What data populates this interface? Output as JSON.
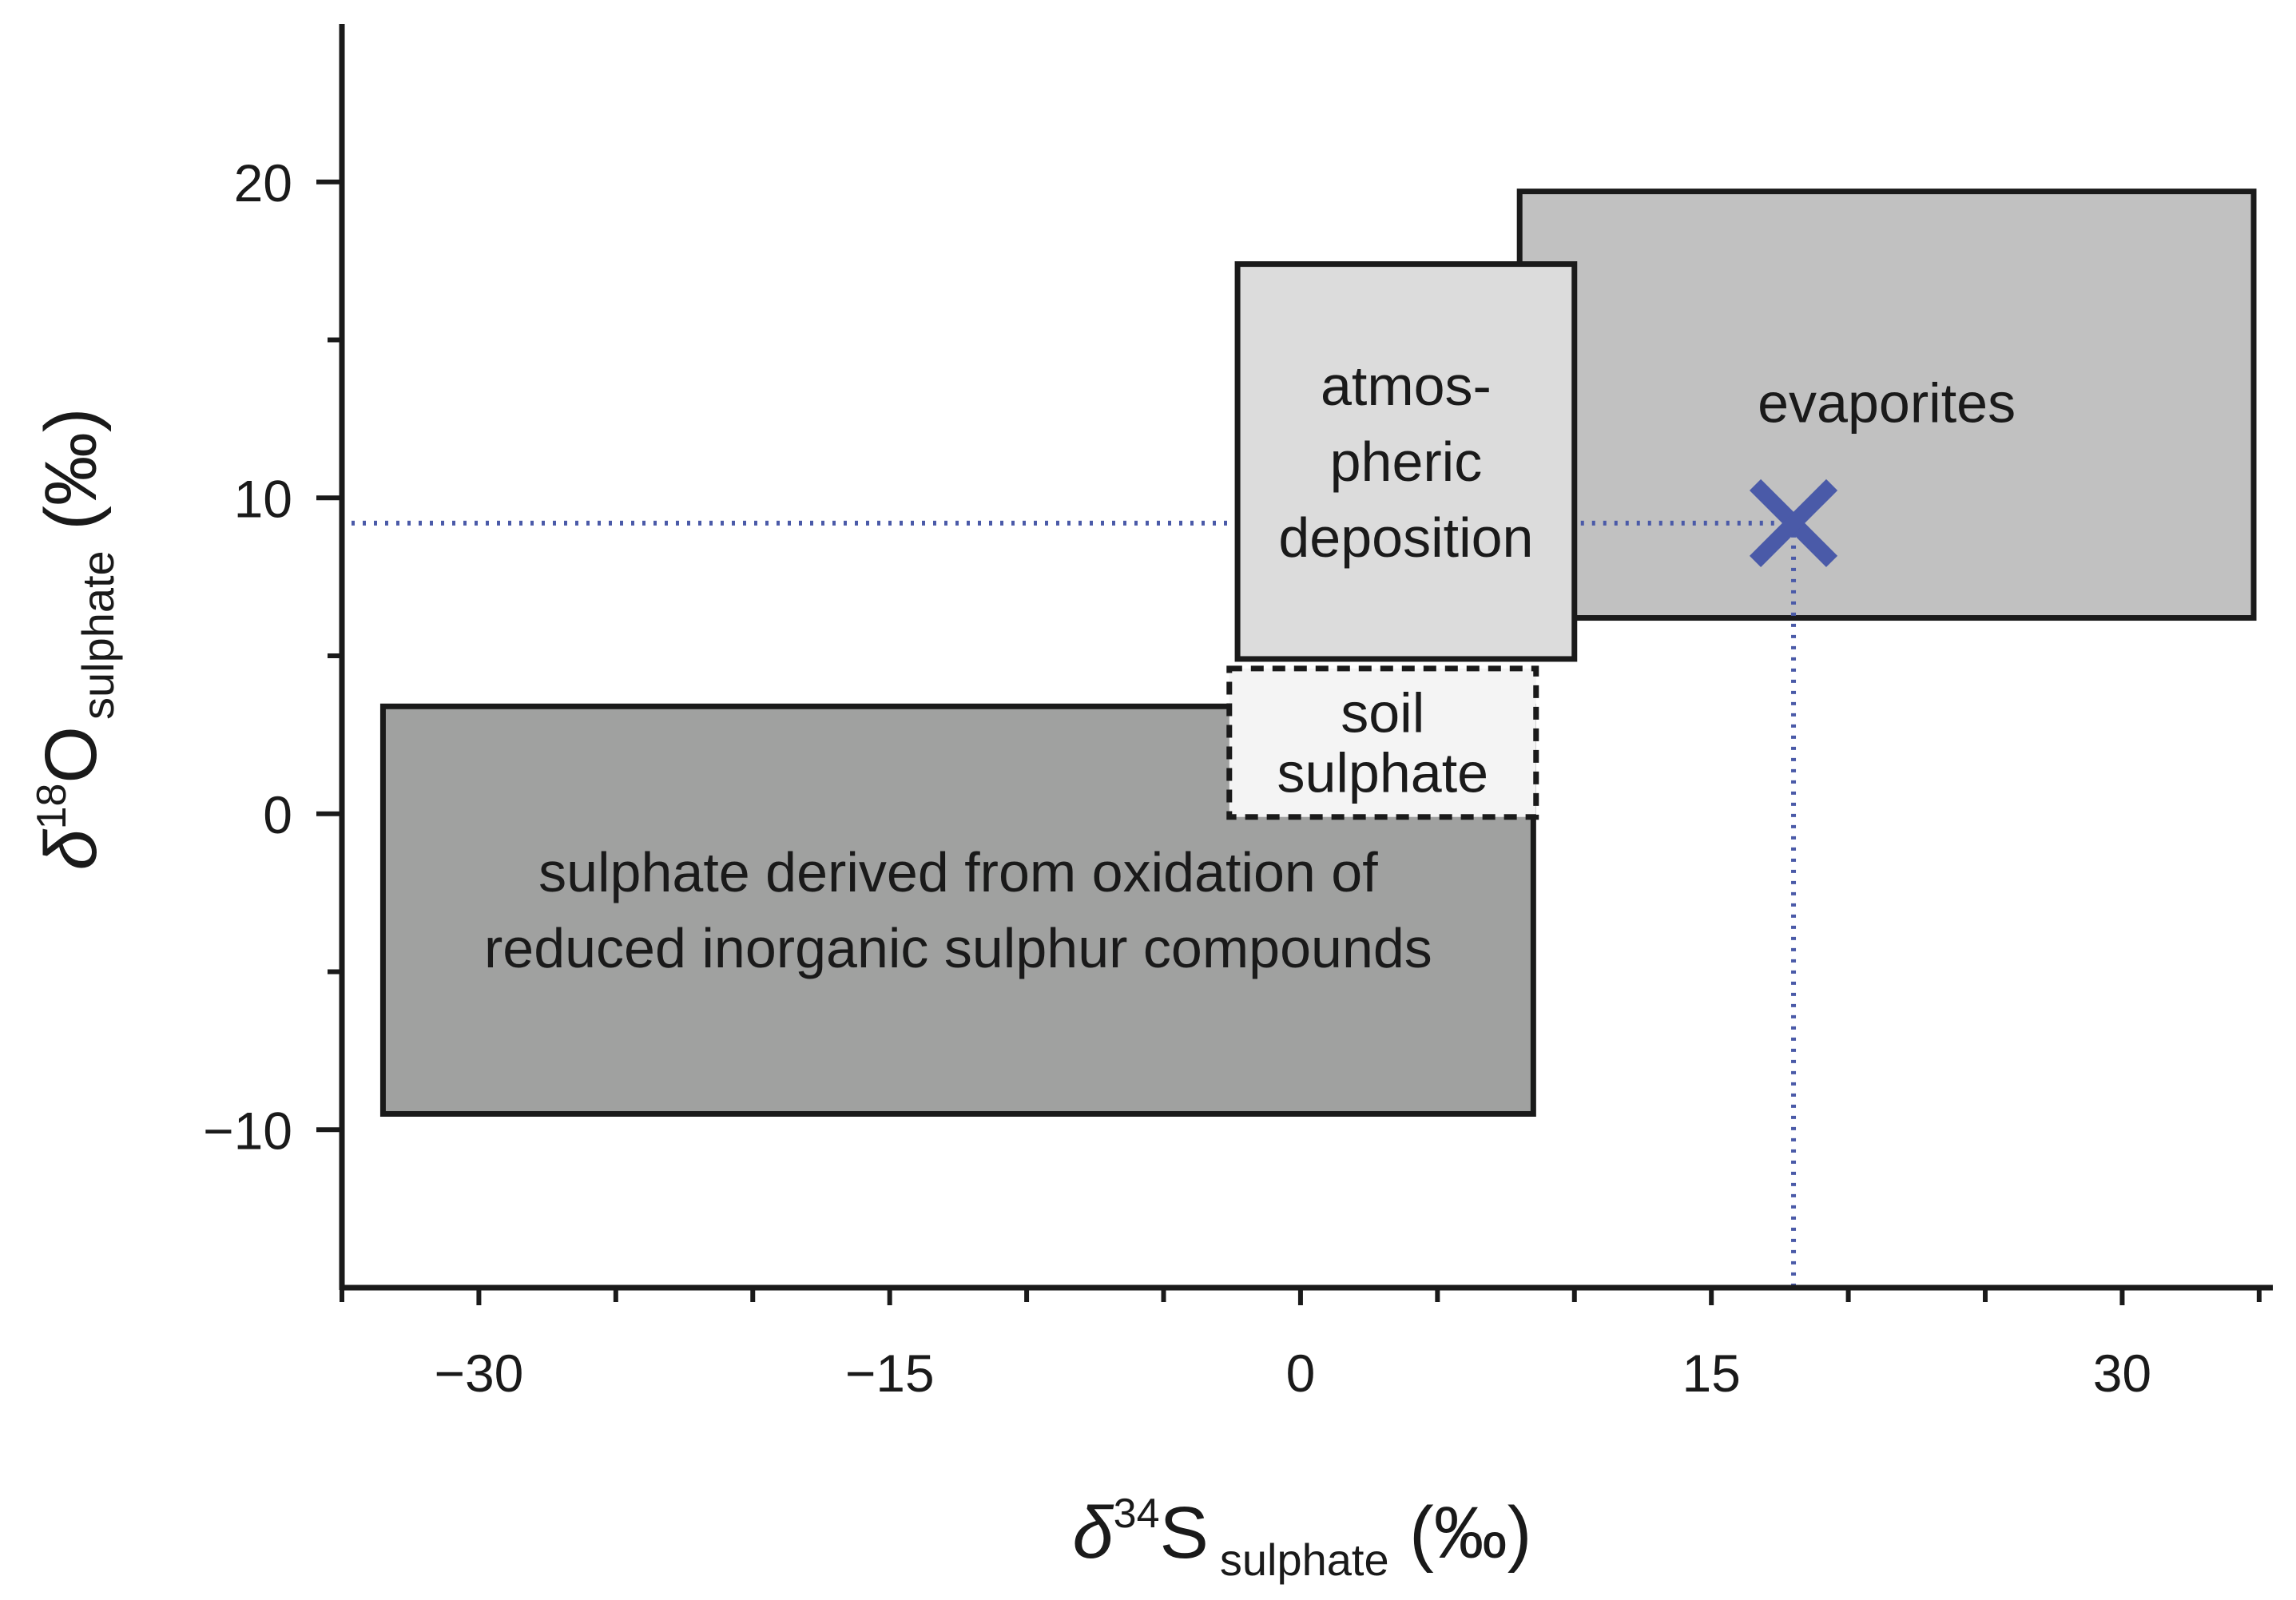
{
  "chart_data": {
    "type": "region-diagram",
    "xlabel": {
      "symbol": "δ",
      "superscript": "34",
      "element": "S",
      "subscript": "sulphate",
      "unit": " (‰)"
    },
    "ylabel": {
      "symbol": "δ",
      "superscript": "18",
      "element": "O",
      "subscript": "sulphate",
      "unit": " (‰)"
    },
    "xlim": [
      -35,
      35.5
    ],
    "ylim": [
      -15,
      25
    ],
    "x_ticks": [
      -30,
      -15,
      0,
      15,
      30
    ],
    "x_tick_labels": [
      "−30",
      "−15",
      "0",
      "15",
      "30"
    ],
    "x_minor_ticks": [
      -35,
      -25,
      -20,
      -10,
      -5,
      5,
      10,
      20,
      25,
      35
    ],
    "y_ticks": [
      -10,
      0,
      10,
      20
    ],
    "y_tick_labels": [
      "−10",
      "0",
      "10",
      "20"
    ],
    "y_minor_ticks": [
      -5,
      5,
      15
    ],
    "regions": [
      {
        "id": "oxidation",
        "label_lines": [
          "sulphate derived from oxidation of",
          "reduced inorganic sulphur compounds"
        ],
        "x": [
          -33.5,
          8.5
        ],
        "y": [
          -9.5,
          3.4
        ],
        "fill": "#a0a1a0",
        "border": "solid"
      },
      {
        "id": "evaporites",
        "label_lines": [
          "evaporites"
        ],
        "x": [
          8,
          34.8
        ],
        "y": [
          6.2,
          19.7
        ],
        "fill": "#c1c1c1",
        "border": "solid"
      },
      {
        "id": "soil",
        "label_lines": [
          "soil",
          "sulphate"
        ],
        "x": [
          -2.6,
          8.6
        ],
        "y": [
          -0.1,
          4.6
        ],
        "fill": "#f4f4f4",
        "border": "dashed"
      },
      {
        "id": "atmospheric",
        "label_lines": [
          "atmos-",
          "pheric",
          "deposition"
        ],
        "x": [
          -2.3,
          10.0
        ],
        "y": [
          4.9,
          17.4
        ],
        "fill": "#dcdcdc",
        "border": "solid"
      }
    ],
    "sample_point": {
      "x": 18,
      "y": 9.2,
      "marker": "x",
      "color": "#4a5aa8"
    },
    "guide_line_color": "#4a5aa8"
  }
}
